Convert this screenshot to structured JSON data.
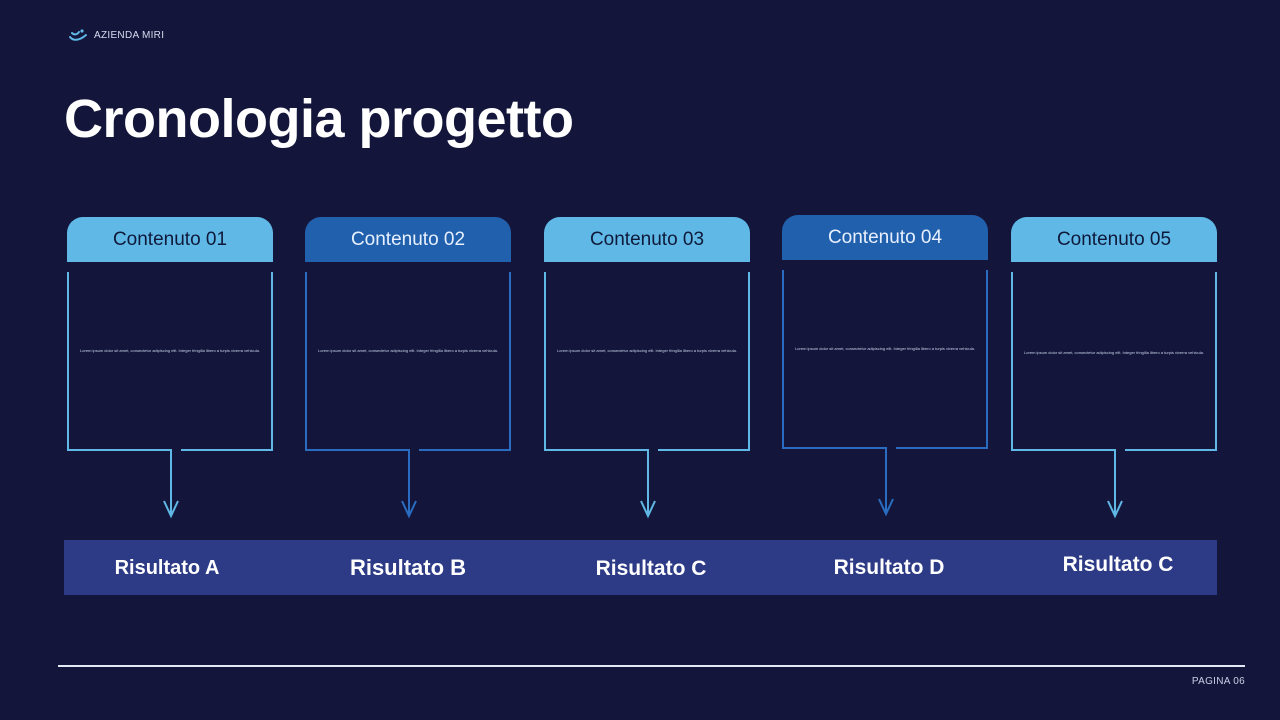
{
  "brand": {
    "name": "AZIENDA MIRI",
    "icon": "wave-logo-icon"
  },
  "title": "Cronologia progetto",
  "colors": {
    "background": "#13163a",
    "light_blue": "#5fb8e6",
    "dark_blue": "#2160ad",
    "results_bar": "#2d3b86"
  },
  "columns": [
    {
      "tab_label": "Contenuto 01",
      "body": "Lorem ipsum dolor sit amet, consectetur adipiscing elit. Integer fringilla libero a turpis viverra vehicula.",
      "result": "Risultato A",
      "tone": "light"
    },
    {
      "tab_label": "Contenuto 02",
      "body": "Lorem ipsum dolor sit amet, consectetur adipiscing elit. Integer fringilla libero a turpis viverra vehicula.",
      "result": "Risultato B",
      "tone": "dark"
    },
    {
      "tab_label": "Contenuto 03",
      "body": "Lorem ipsum dolor sit amet, consectetur adipiscing elit. Integer fringilla libero a turpis viverra vehicula.",
      "result": "Risultato C",
      "tone": "light"
    },
    {
      "tab_label": "Contenuto 04",
      "body": "Lorem ipsum dolor sit amet, consectetur adipiscing elit. Integer fringilla libero a turpis viverra vehicula.",
      "result": "Risultato D",
      "tone": "dark"
    },
    {
      "tab_label": "Contenuto 05",
      "body": "Lorem ipsum dolor sit amet, consectetur adipiscing elit. Integer fringilla libero a turpis viverra vehicula.",
      "result": "Risultato C",
      "tone": "light"
    }
  ],
  "footer": {
    "page": "PAGINA 06"
  }
}
